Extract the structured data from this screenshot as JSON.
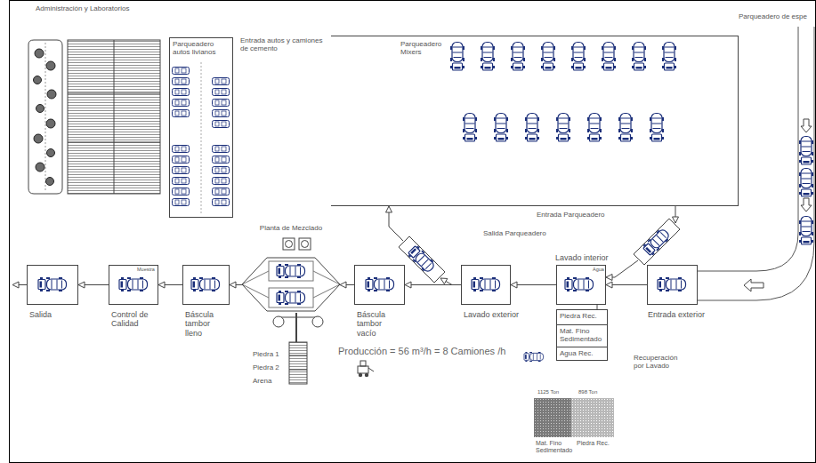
{
  "diagram": {
    "nodes": [
      {
        "text": [
          "Parqueadero autos livianos"
        ]
      },
      {
        "text": [
          "Parqueadero Mixers"
        ]
      },
      {
        "text": [
          "Planta de Mezclado"
        ]
      },
      {
        "text": [
          "Salida Parqueadero"
        ]
      },
      {
        "text": [
          "Entrada Parqueadero"
        ]
      },
      {
        "text": [
          "Salida"
        ]
      },
      {
        "text": [
          "Control de Calidad",
          "Muestra"
        ]
      },
      {
        "text": [
          "Báscula tambor lleno"
        ]
      },
      {
        "text": [
          "Báscula tambor vacío"
        ]
      },
      {
        "text": [
          "Lavado exterior"
        ]
      },
      {
        "text": [
          "Lavado interior",
          "Agua"
        ]
      },
      {
        "text": [
          "Entrada exterior"
        ]
      },
      {
        "text": [
          "Piedra Rec."
        ]
      },
      {
        "text": [
          "Mat. Fino Sedimentado"
        ]
      },
      {
        "text": [
          "Agua Rec."
        ]
      },
      {
        "text": [
          "1125 Ton",
          "Mat. Fino Sedimentado"
        ]
      },
      {
        "text": [
          "898 Ton",
          "Piedra Rec."
        ]
      }
    ],
    "edges": [
      {
        "from": 11,
        "to": 10,
        "arrow": "to"
      },
      {
        "from": 4,
        "to": 10,
        "arrow": "to"
      },
      {
        "from": 10,
        "to": 9,
        "arrow": "to"
      },
      {
        "from": 9,
        "to": 8,
        "arrow": "to"
      },
      {
        "from": 9,
        "to": 3,
        "arrow": "to"
      },
      {
        "from": 3,
        "to": 1,
        "arrow": "to"
      },
      {
        "from": 1,
        "to": 4,
        "arrow": "to"
      },
      {
        "from": 8,
        "to": 2,
        "arrow": "to"
      },
      {
        "from": 2,
        "to": 7,
        "arrow": "to"
      },
      {
        "from": 7,
        "to": 6,
        "arrow": "to"
      },
      {
        "from": 6,
        "to": 5,
        "arrow": "to"
      },
      {
        "from": 10,
        "to": 12,
        "arrow": "none"
      }
    ],
    "labels": [
      "Administración y Laboratorios",
      "Entrada autos y camiones de cemento",
      "Parqueadero de espe",
      "Piedra 1",
      "Piedra 2",
      "Arena",
      "Producción = 56 m³/h = 8 Camiones /h",
      "Recuperación por Lavado"
    ]
  }
}
